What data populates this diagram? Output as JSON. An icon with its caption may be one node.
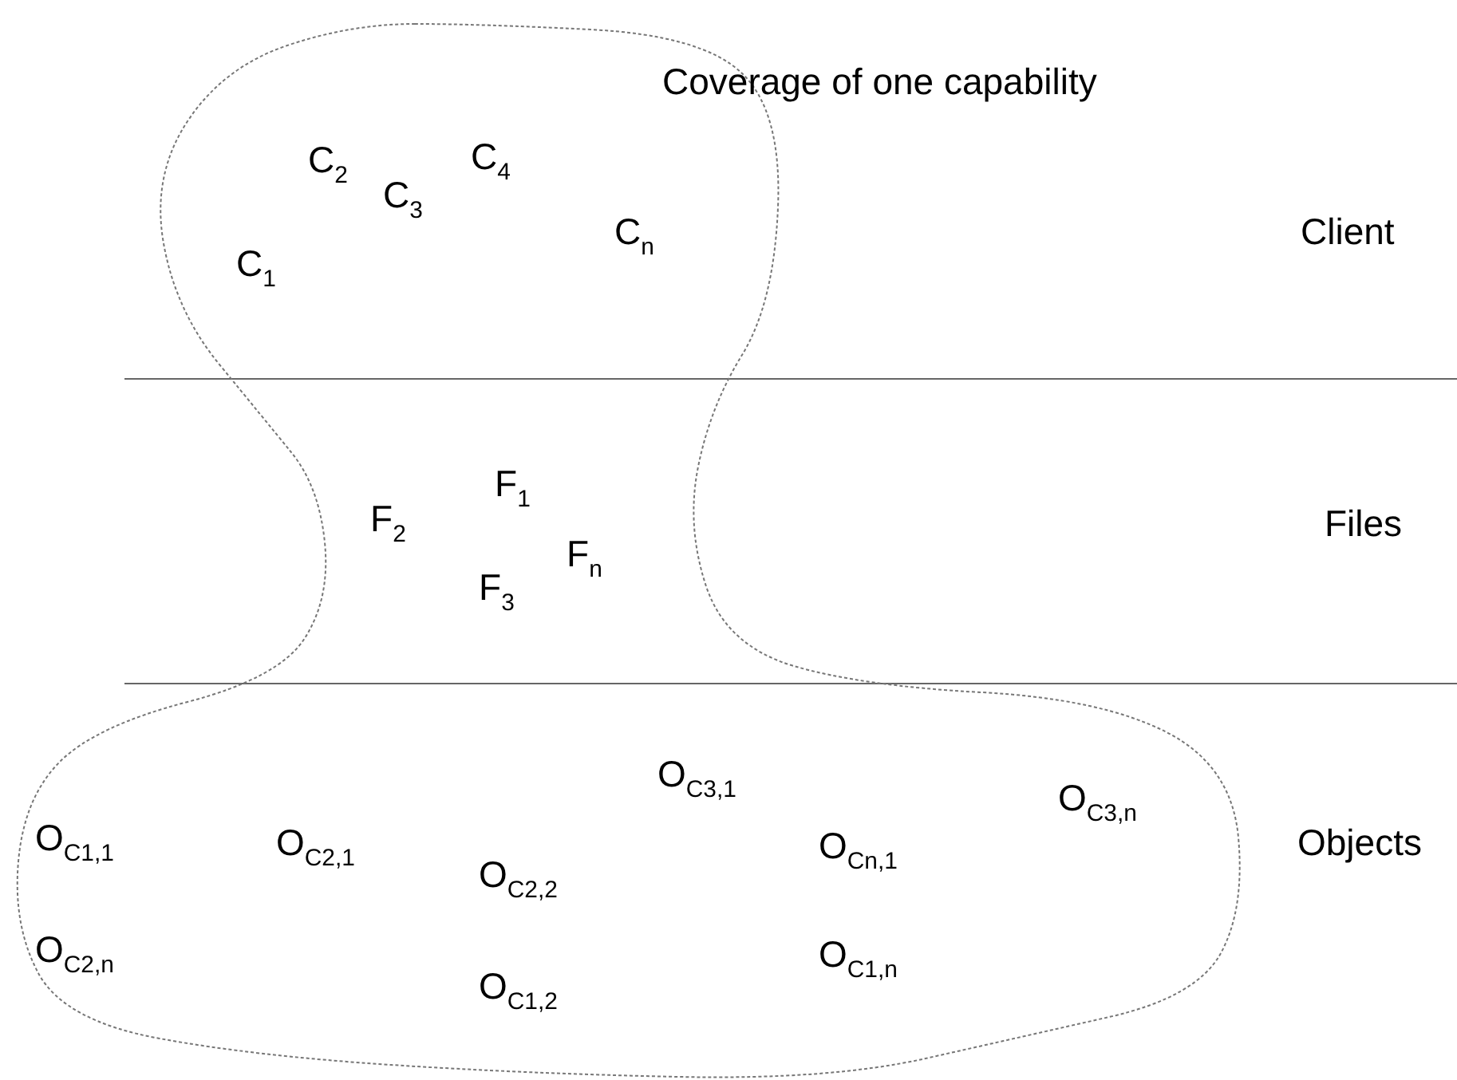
{
  "diagram": {
    "nodes": [
      {
        "text": [
          "Coverage of one capability"
        ]
      }
    ],
    "edges": [],
    "labels": [
      "C$_{2}$",
      "C$_{4}$",
      "C$_{3}$",
      "C$_{n}$",
      "Client",
      "C$_{1}$",
      "F$_{1}$",
      "F$_{2}$",
      "Files",
      "F$_{n}$",
      "F$_{3}$",
      "O$_{C3,1}$",
      "O$_{C3,n}$",
      "O$_{C1,1}$",
      "O$_{C2,1}$",
      "O$_{Cn,1}$",
      "Objects",
      "O$_{C2,2}$",
      "O$_{C2,n}$",
      "O$_{C1,n}$",
      "O$_{C1,2}$"
    ]
  }
}
